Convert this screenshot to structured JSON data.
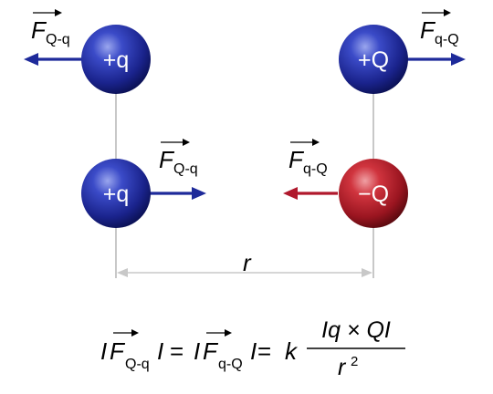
{
  "colors": {
    "positive_charge": "#1e2a9a",
    "negative_charge": "#b8222e",
    "arrow_blue": "#1e2a9a",
    "arrow_red": "#b0182c",
    "guide_line": "#c8c8c8"
  },
  "top_row": {
    "left_charge": "+q",
    "right_charge": "+Q",
    "left_force": {
      "symbol": "F",
      "subscript": "Q-q"
    },
    "right_force": {
      "symbol": "F",
      "subscript": "q-Q"
    }
  },
  "bottom_row": {
    "left_charge": "+q",
    "right_charge": "−Q",
    "left_force": {
      "symbol": "F",
      "subscript": "Q-q"
    },
    "right_force": {
      "symbol": "F",
      "subscript": "q-Q"
    }
  },
  "distance_label": "r",
  "formula": {
    "bar": "I",
    "force_symbol": "F",
    "sub_1": "Q-q",
    "sub_2": "q-Q",
    "equals": "=",
    "constant": "k",
    "numerator": "Iq × QI",
    "denominator_base": "r",
    "denominator_exponent": "2"
  }
}
